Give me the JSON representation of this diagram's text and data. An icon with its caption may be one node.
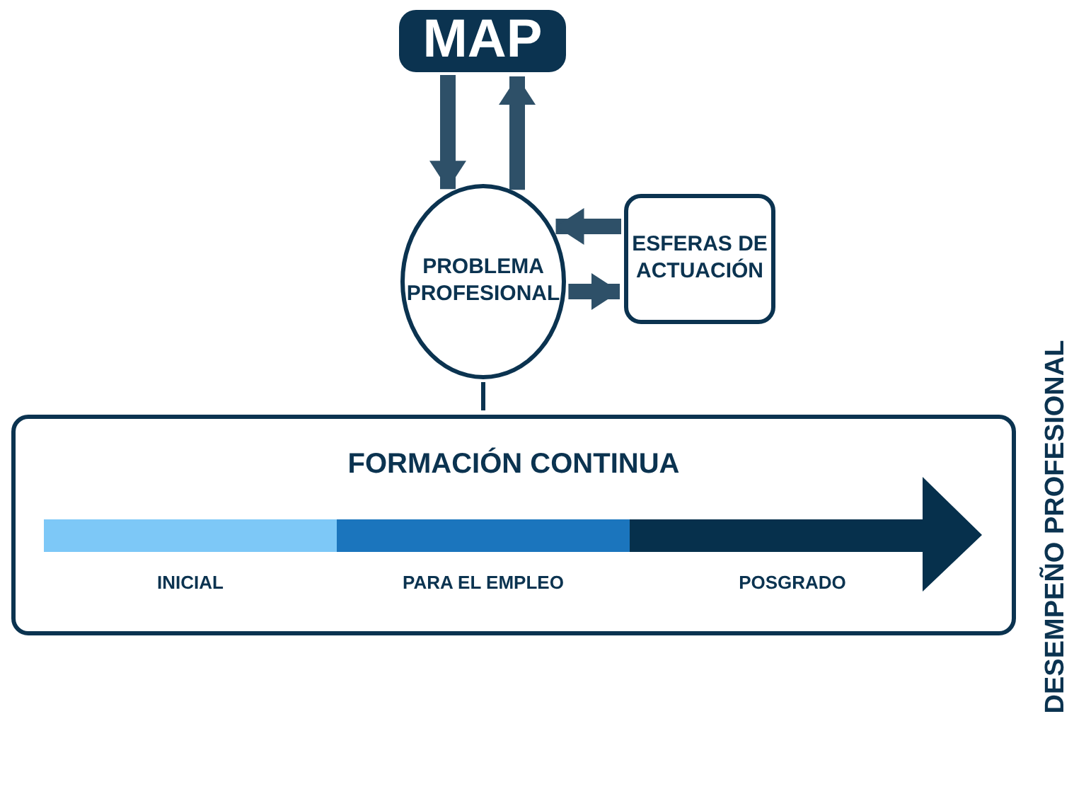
{
  "diagram": {
    "nodes": [
      {
        "text": [
          "MAP"
        ]
      },
      {
        "text": [
          "PROBLEMA PROFESIONAL"
        ]
      },
      {
        "text": [
          "ESFERAS DE ACTUACIÓN"
        ]
      },
      {
        "text": [
          "FORMACIÓN CONTINUA"
        ]
      }
    ],
    "edges": [
      {
        "from": 0,
        "to": 1,
        "arrow": "to"
      },
      {
        "from": 1,
        "to": 0,
        "arrow": "to"
      },
      {
        "from": 2,
        "to": 1,
        "arrow": "to"
      },
      {
        "from": 1,
        "to": 2,
        "arrow": "to"
      },
      {
        "from": 1,
        "to": 3,
        "arrow": "none"
      }
    ],
    "labels": [
      "INICIAL",
      "PARA EL EMPLEO",
      "POSGRADO",
      "DESEMPEÑO PROFESIONAL"
    ]
  }
}
